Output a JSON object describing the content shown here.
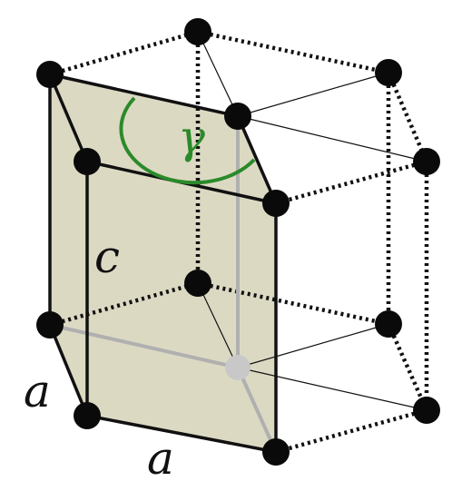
{
  "labels": {
    "c": "c",
    "a_left": "a",
    "a_bottom": "a",
    "gamma": "γ"
  },
  "colors": {
    "cell_fill": "#dcd9c3",
    "cell_edge": "#111111",
    "dotted_edge": "#111111",
    "hidden_edge": "#b0b0b0",
    "atom": "#0a0a0a",
    "hidden_atom": "#c8c8c8",
    "angle_arc": "#2a8a2a"
  }
}
